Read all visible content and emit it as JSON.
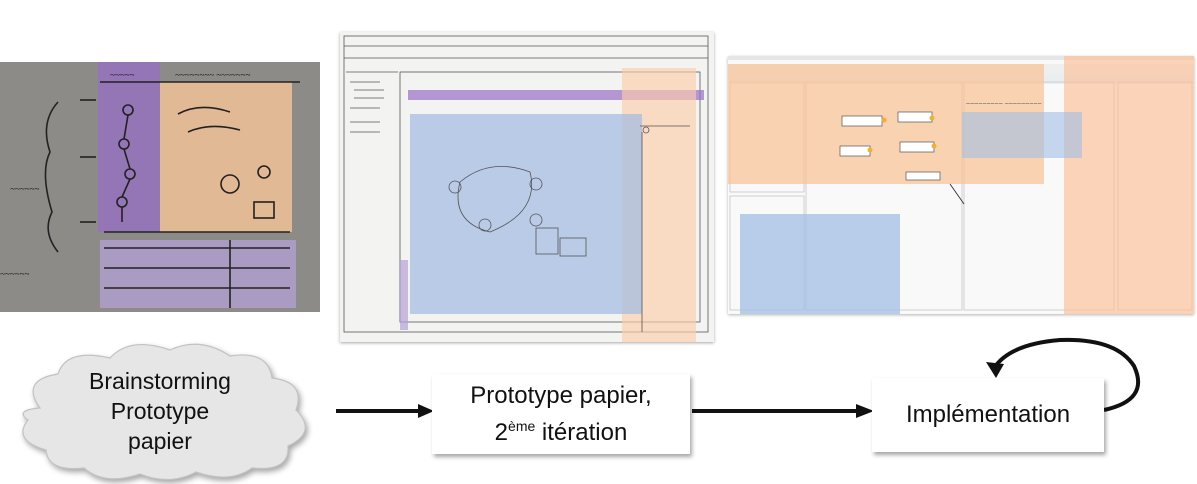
{
  "stages": {
    "brainstorm": {
      "line1": "Brainstorming",
      "line2": "Prototype",
      "line3": "papier"
    },
    "paper_prototype": {
      "line1": "Prototype papier,",
      "line2_num": "2",
      "line2_sup": "ème",
      "line2_word": " itération"
    },
    "implementation": {
      "label": "Implémentation"
    }
  },
  "colors": {
    "purple": "#976ec4",
    "orange": "#f8c498",
    "blue": "#a0bee4",
    "arrow": "#111111"
  },
  "icons": [
    "cloud-shape",
    "arrow-right-icon",
    "loop-arrow-icon"
  ]
}
